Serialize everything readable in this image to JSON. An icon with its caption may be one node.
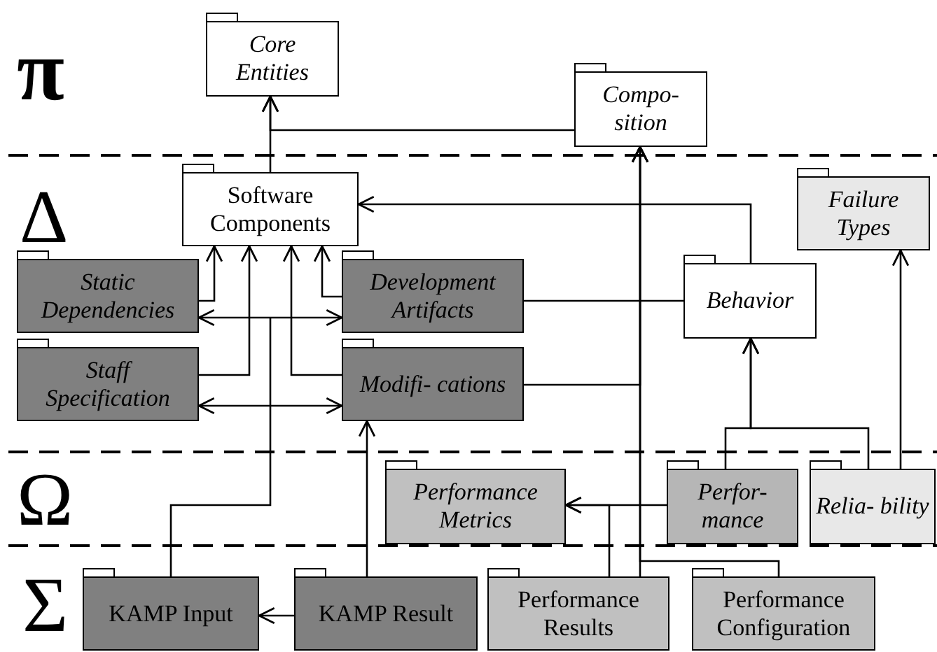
{
  "diagram": {
    "nodes": [
      {
        "text": [
          "Core Entities"
        ]
      },
      {
        "text": [
          "Compo- sition"
        ]
      },
      {
        "text": [
          "Software Components"
        ]
      },
      {
        "text": [
          "Static Dependencies"
        ]
      },
      {
        "text": [
          "Development Artifacts"
        ]
      },
      {
        "text": [
          "Staff Specification"
        ]
      },
      {
        "text": [
          "Modifi- cations"
        ]
      },
      {
        "text": [
          "Failure Types"
        ]
      },
      {
        "text": [
          "Behavior"
        ]
      },
      {
        "text": [
          "Performance Metrics"
        ]
      },
      {
        "text": [
          "Perfor- mance"
        ]
      },
      {
        "text": [
          "Relia- bility"
        ]
      },
      {
        "text": [
          "KAMP Input"
        ]
      },
      {
        "text": [
          "KAMP Result"
        ]
      },
      {
        "text": [
          "Performance Results"
        ]
      },
      {
        "text": [
          "Performance Configuration"
        ]
      }
    ],
    "edges": [
      {
        "from": 2,
        "to": 0,
        "arrow": "to"
      },
      {
        "from": 1,
        "to": 0,
        "arrow": "to"
      },
      {
        "from": 6,
        "to": 1,
        "arrow": "to"
      },
      {
        "from": 14,
        "to": 1,
        "arrow": "to"
      },
      {
        "from": 15,
        "to": 1,
        "arrow": "to"
      },
      {
        "from": 4,
        "to": 8,
        "arrow": "none"
      },
      {
        "from": 8,
        "to": 2,
        "arrow": "to"
      },
      {
        "from": 10,
        "to": 8,
        "arrow": "to"
      },
      {
        "from": 11,
        "to": 8,
        "arrow": "to"
      },
      {
        "from": 11,
        "to": 7,
        "arrow": "to"
      },
      {
        "from": 10,
        "to": 9,
        "arrow": "to"
      },
      {
        "from": 14,
        "to": 9,
        "arrow": "to"
      },
      {
        "from": 3,
        "to": 2,
        "arrow": "to"
      },
      {
        "from": 5,
        "to": 2,
        "arrow": "to"
      },
      {
        "from": 6,
        "to": 2,
        "arrow": "to"
      },
      {
        "from": 4,
        "to": 2,
        "arrow": "to"
      },
      {
        "from": 3,
        "to": 4,
        "arrow": "both"
      },
      {
        "from": 5,
        "to": 6,
        "arrow": "both"
      },
      {
        "from": 13,
        "to": 6,
        "arrow": "to"
      },
      {
        "from": 13,
        "to": 12,
        "arrow": "to"
      },
      {
        "from": 12,
        "to": null,
        "arrow": "none"
      }
    ],
    "labels": [
      "π",
      "Δ",
      "Ω",
      "Σ"
    ]
  }
}
